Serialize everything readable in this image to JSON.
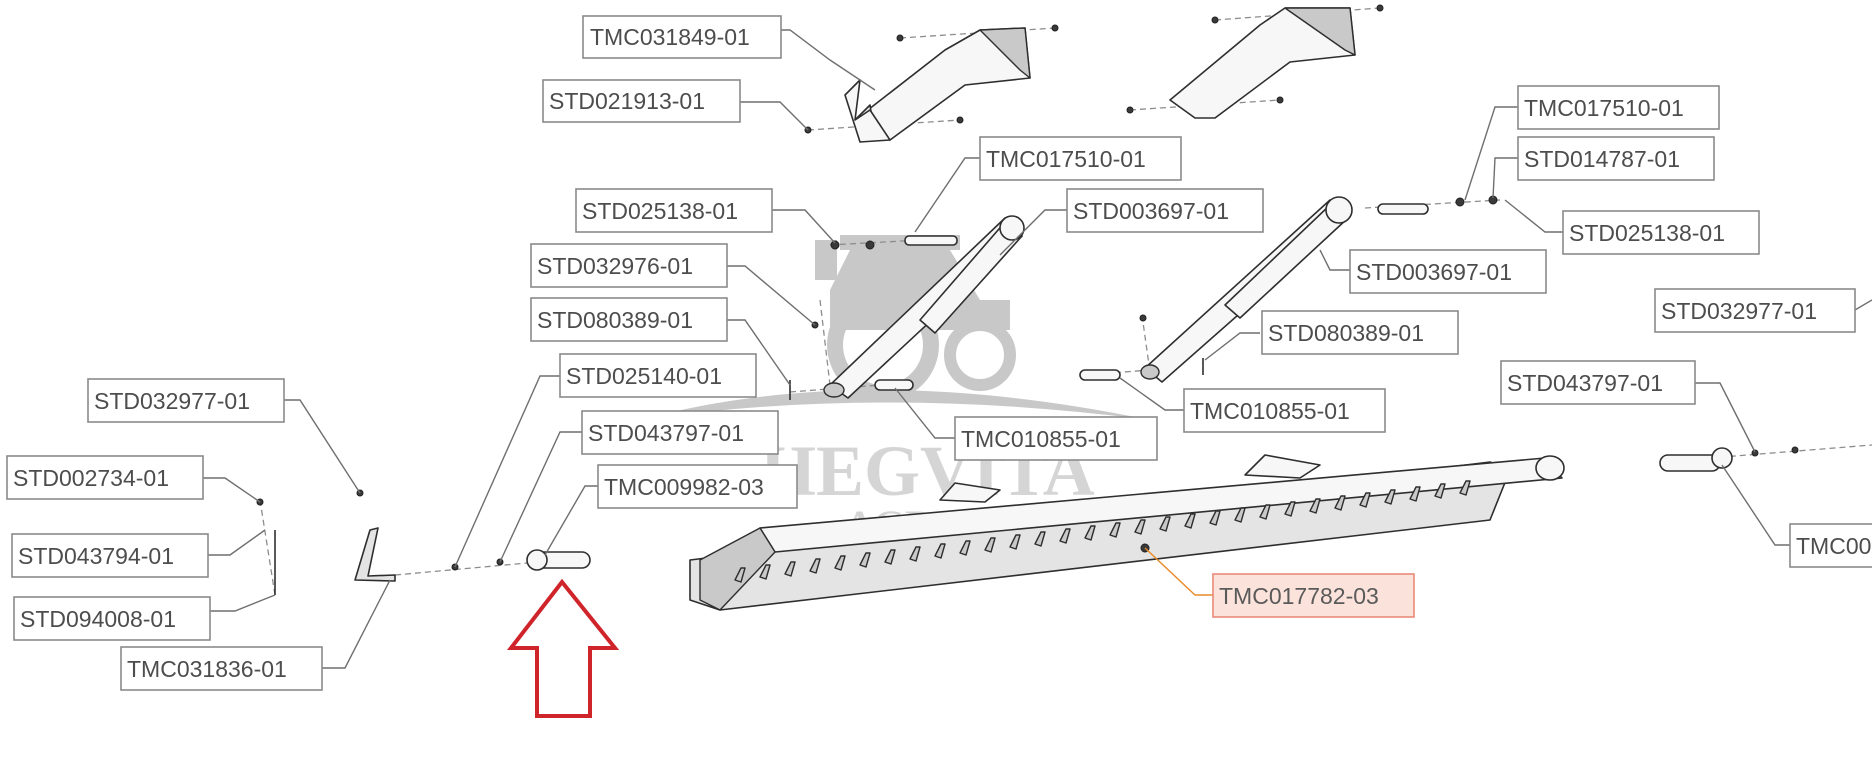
{
  "diagram": {
    "watermark": {
      "brand": "HEGVITA",
      "sub": "AGRO"
    },
    "labels": [
      {
        "id": "l01",
        "text": "TMC031849-01"
      },
      {
        "id": "l02",
        "text": "STD021913-01"
      },
      {
        "id": "l03",
        "text": "TMC017510-01"
      },
      {
        "id": "l04",
        "text": "STD025138-01"
      },
      {
        "id": "l05",
        "text": "STD003697-01"
      },
      {
        "id": "l06",
        "text": "STD032976-01"
      },
      {
        "id": "l07",
        "text": "STD080389-01"
      },
      {
        "id": "l08",
        "text": "STD025140-01"
      },
      {
        "id": "l09",
        "text": "STD043797-01"
      },
      {
        "id": "l10",
        "text": "TMC009982-03"
      },
      {
        "id": "l11",
        "text": "TMC010855-01"
      },
      {
        "id": "l12",
        "text": "STD032977-01"
      },
      {
        "id": "l13",
        "text": "STD002734-01"
      },
      {
        "id": "l14",
        "text": "STD043794-01"
      },
      {
        "id": "l15",
        "text": "STD094008-01"
      },
      {
        "id": "l16",
        "text": "TMC031836-01"
      },
      {
        "id": "l17",
        "text": "TMC017510-01"
      },
      {
        "id": "l18",
        "text": "STD014787-01"
      },
      {
        "id": "l19",
        "text": "STD025138-01"
      },
      {
        "id": "l20",
        "text": "STD003697-01"
      },
      {
        "id": "l21",
        "text": "STD080389-01"
      },
      {
        "id": "l22",
        "text": "TMC010855-01"
      },
      {
        "id": "l23",
        "text": "STD032977-01"
      },
      {
        "id": "l24",
        "text": "STD043797-01"
      },
      {
        "id": "l25",
        "text": "TMC00"
      },
      {
        "id": "l26",
        "text": "TMC017782-03",
        "highlight": true
      }
    ],
    "arrow_color": "#d0242b",
    "highlight_color": "#e98a2a"
  }
}
